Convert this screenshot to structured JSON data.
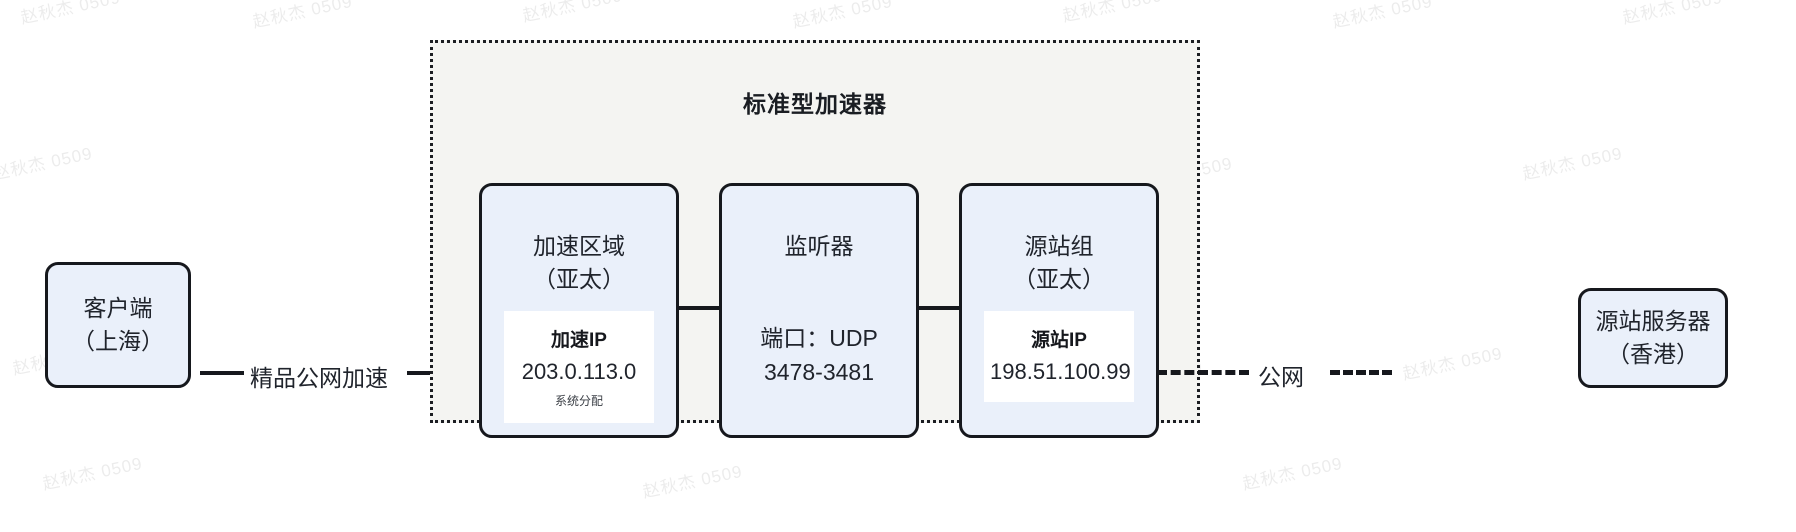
{
  "diagram": {
    "client": {
      "line1": "客户端",
      "line2": "（上海）"
    },
    "origin_server": {
      "line1": "源站服务器",
      "line2": "（香港）"
    },
    "accelerator": {
      "title": "标准型加速器",
      "cards": [
        {
          "name": "acceleration-region",
          "title_line1": "加速区域",
          "title_line2": "（亚太）",
          "ip_label": "加速IP",
          "ip_value": "203.0.113.0",
          "ip_note": "系统分配"
        },
        {
          "name": "listener",
          "title_line1": "监听器",
          "title_line2": "",
          "body_line1": "端口：UDP",
          "body_line2": "3478-3481"
        },
        {
          "name": "origin-group",
          "title_line1": "源站组",
          "title_line2": "（亚太）",
          "ip_label": "源站IP",
          "ip_value": "198.51.100.99",
          "ip_note": ""
        }
      ]
    },
    "connectors": {
      "left_label": "精品公网加速",
      "right_label": "公网"
    },
    "watermark": "赵秋杰 0509",
    "colors": {
      "box_fill": "#eaf0fa",
      "box_border": "#16181d",
      "container_fill": "#f4f4f2",
      "panel_fill": "#ffffff",
      "text": "#20242c",
      "page_bg": "#ffffff"
    }
  }
}
